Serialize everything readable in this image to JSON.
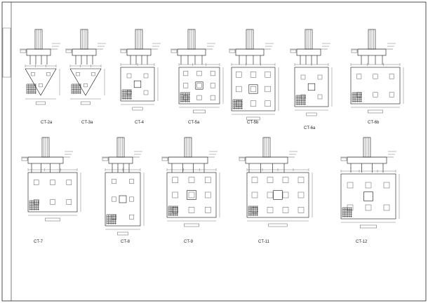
{
  "drawing": {
    "panels_row1": [
      {
        "label": "CT-2a"
      },
      {
        "label": "CT-3a"
      },
      {
        "label": "CT-4"
      },
      {
        "label": "CT-5a"
      },
      {
        "label": "CT-5b"
      },
      {
        "label": "CT-6a"
      },
      {
        "label": "CT-6b"
      }
    ],
    "panels_row2": [
      {
        "label": "CT-7"
      },
      {
        "label": "CT-8"
      },
      {
        "label": "CT-9"
      },
      {
        "label": "CT-11"
      },
      {
        "label": "CT-12"
      }
    ]
  }
}
